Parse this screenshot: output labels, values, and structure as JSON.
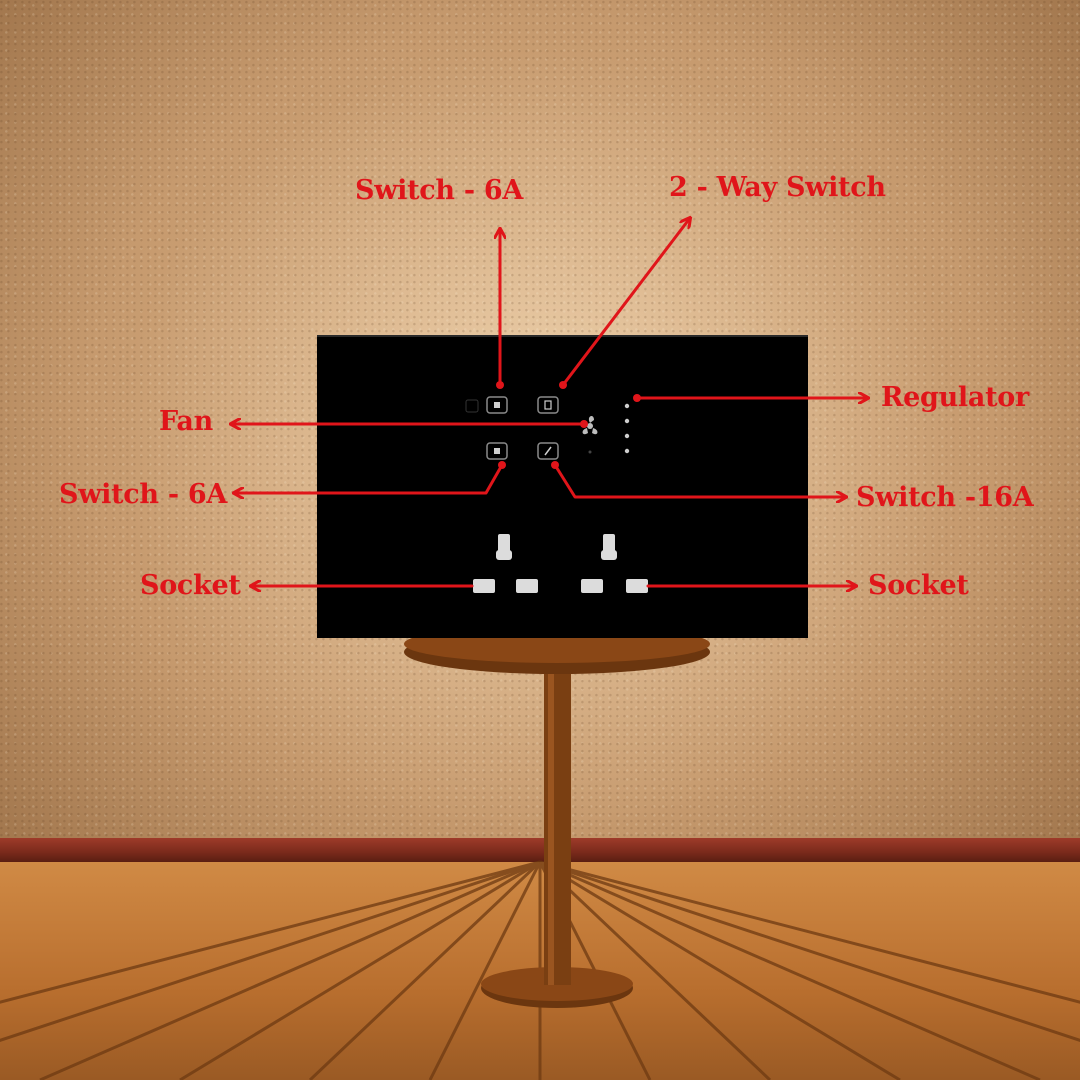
{
  "labels": {
    "switch_6a_top": "Switch - 6A",
    "two_way_switch": "2 - Way Switch",
    "regulator": "Regulator",
    "fan": "Fan",
    "switch_6a_left": "Switch - 6A",
    "switch_16a": "Switch -16A",
    "socket_left": "Socket",
    "socket_right": "Socket"
  },
  "colors": {
    "label": "#e0151a",
    "panel": "#000000",
    "stand": "#7a3f12",
    "wall": "#c69a6e",
    "floor": "#b86e2e"
  },
  "icons": {
    "button_1": "switch-button-icon",
    "button_2": "two-way-button-icon",
    "button_3": "switch-button-icon",
    "button_4": "switch-16a-button-icon",
    "fan": "fan-icon",
    "socket": "universal-socket-icon"
  }
}
